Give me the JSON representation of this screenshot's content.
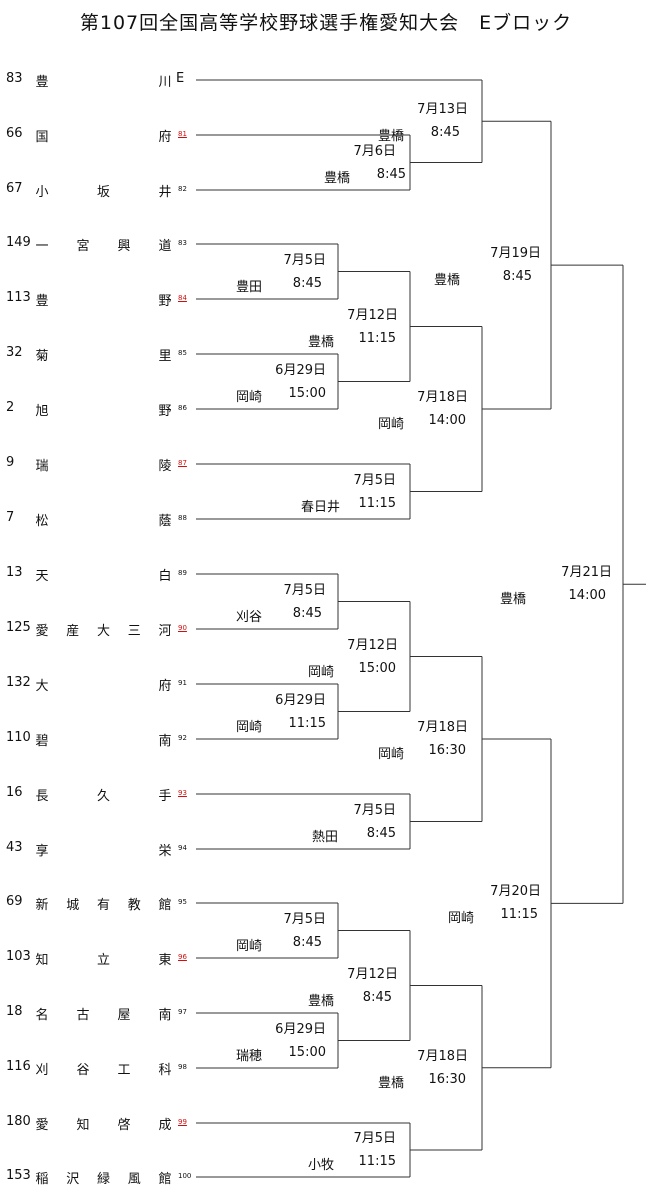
{
  "title": "第107回全国高等学校野球選手権愛知大会　Eブロック",
  "colors": {
    "highlight_slot": "#d01010",
    "line": "#333333"
  },
  "teams": [
    {
      "seed": "83",
      "name": "豊川",
      "slot": "E",
      "highlight": false
    },
    {
      "seed": "66",
      "name": "国府",
      "slot": "81",
      "highlight": true
    },
    {
      "seed": "67",
      "name": "小坂井",
      "slot": "82",
      "highlight": false
    },
    {
      "seed": "149",
      "name": "一宮興道",
      "slot": "83",
      "highlight": false
    },
    {
      "seed": "113",
      "name": "豊野",
      "slot": "84",
      "highlight": true
    },
    {
      "seed": "32",
      "name": "菊里",
      "slot": "85",
      "highlight": false
    },
    {
      "seed": "2",
      "name": "旭野",
      "slot": "86",
      "highlight": false
    },
    {
      "seed": "9",
      "name": "瑞陵",
      "slot": "87",
      "highlight": true
    },
    {
      "seed": "7",
      "name": "松蔭",
      "slot": "88",
      "highlight": false
    },
    {
      "seed": "13",
      "name": "天白",
      "slot": "89",
      "highlight": false
    },
    {
      "seed": "125",
      "name": "愛産大三河",
      "slot": "90",
      "highlight": true
    },
    {
      "seed": "132",
      "name": "大府",
      "slot": "91",
      "highlight": false
    },
    {
      "seed": "110",
      "name": "碧南",
      "slot": "92",
      "highlight": false
    },
    {
      "seed": "16",
      "name": "長久手",
      "slot": "93",
      "highlight": true
    },
    {
      "seed": "43",
      "name": "享栄",
      "slot": "94",
      "highlight": false
    },
    {
      "seed": "69",
      "name": "新城有教館",
      "slot": "95",
      "highlight": false
    },
    {
      "seed": "103",
      "name": "知立東",
      "slot": "96",
      "highlight": true
    },
    {
      "seed": "18",
      "name": "名古屋南",
      "slot": "97",
      "highlight": false
    },
    {
      "seed": "116",
      "name": "刈谷工科",
      "slot": "98",
      "highlight": false
    },
    {
      "seed": "180",
      "name": "愛知啓成",
      "slot": "99",
      "highlight": true
    },
    {
      "seed": "153",
      "name": "稲沢緑風館",
      "slot": "100",
      "highlight": false
    }
  ],
  "matches": [
    {
      "date": "7月6日",
      "venue": "豊橋",
      "time": "8:45"
    },
    {
      "date": "7月5日",
      "venue": "豊田",
      "time": "8:45"
    },
    {
      "date": "6月29日",
      "venue": "岡崎",
      "time": "15:00"
    },
    {
      "date": "7月5日",
      "venue": "春日井",
      "time": "11:15"
    },
    {
      "date": "7月5日",
      "venue": "刈谷",
      "time": "8:45"
    },
    {
      "date": "6月29日",
      "venue": "岡崎",
      "time": "11:15"
    },
    {
      "date": "7月5日",
      "venue": "熱田",
      "time": "8:45"
    },
    {
      "date": "7月5日",
      "venue": "岡崎",
      "time": "8:45"
    },
    {
      "date": "6月29日",
      "venue": "瑞穂",
      "time": "15:00"
    },
    {
      "date": "7月5日",
      "venue": "小牧",
      "time": "11:15"
    },
    {
      "date": "7月13日",
      "venue": "豊橋",
      "time": "8:45"
    },
    {
      "date": "7月12日",
      "venue": "豊橋",
      "time": "11:15"
    },
    {
      "date": "7月12日",
      "venue": "岡崎",
      "time": "15:00"
    },
    {
      "date": "7月12日",
      "venue": "豊橋",
      "time": "8:45"
    },
    {
      "date": "7月18日",
      "venue": "岡崎",
      "time": "14:00"
    },
    {
      "date": "7月18日",
      "venue": "岡崎",
      "time": "16:30"
    },
    {
      "date": "7月18日",
      "venue": "豊橋",
      "time": "16:30"
    },
    {
      "date": "7月19日",
      "venue": "豊橋",
      "time": "8:45"
    },
    {
      "date": "7月20日",
      "venue": "岡崎",
      "time": "11:15"
    },
    {
      "date": "7月21日",
      "venue": "豊橋",
      "time": "14:00"
    }
  ]
}
